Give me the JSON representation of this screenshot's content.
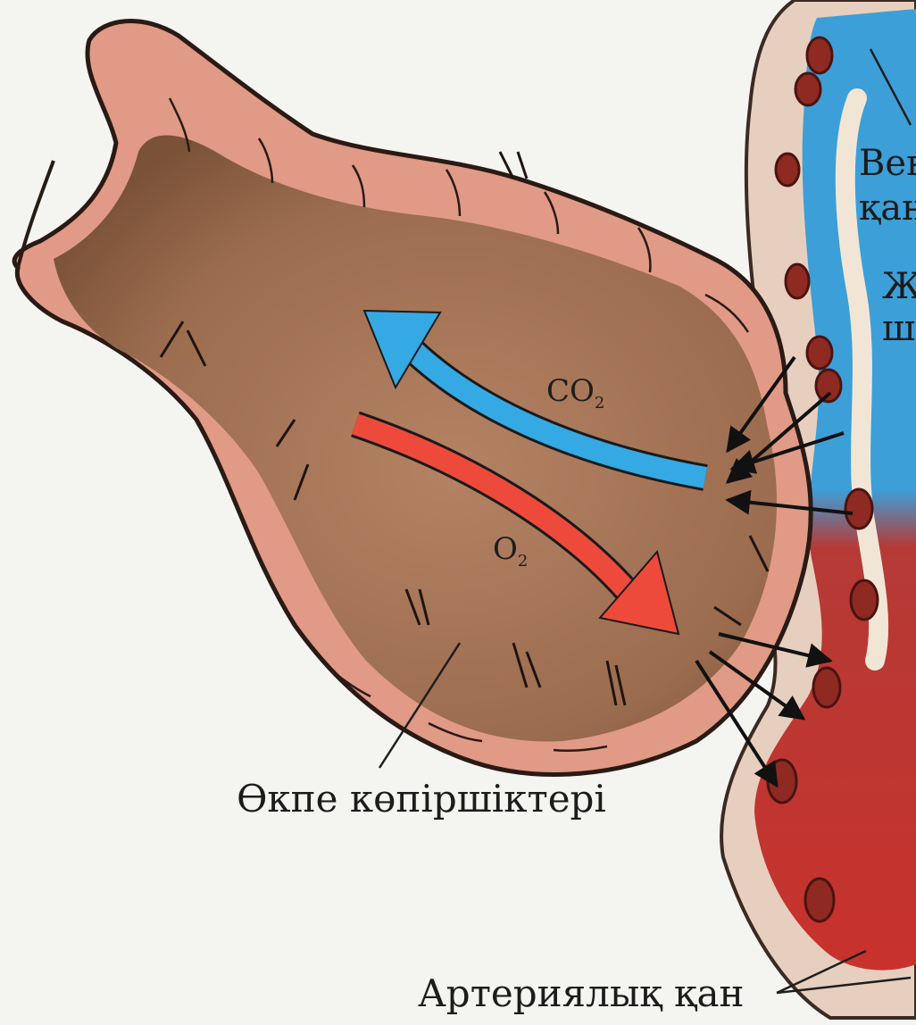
{
  "labels": {
    "alveoli": "Өкпе көпіршіктері",
    "venous_blood_1": "Вен",
    "venous_blood_2": "қан",
    "capillary_1": "Ж",
    "capillary_2": "ш",
    "arterial_blood": "Артериялық қан"
  },
  "gases": {
    "co2": {
      "base": "CO",
      "sub": "2"
    },
    "o2": {
      "base": "O",
      "sub": "2"
    }
  },
  "colors": {
    "alveolus_interior": "#a8775a",
    "alveolus_wall": "#e09a86",
    "venous_blood": "#3d9fd8",
    "arterial_blood": "#c8322c",
    "co2_arrow": "#35a9e3",
    "o2_arrow": "#ee4a3c",
    "red_cell": "#8e2a22"
  },
  "icons": {
    "co2_arrow": "curved-arrow-up-left-icon",
    "o2_arrow": "curved-arrow-down-right-icon"
  }
}
